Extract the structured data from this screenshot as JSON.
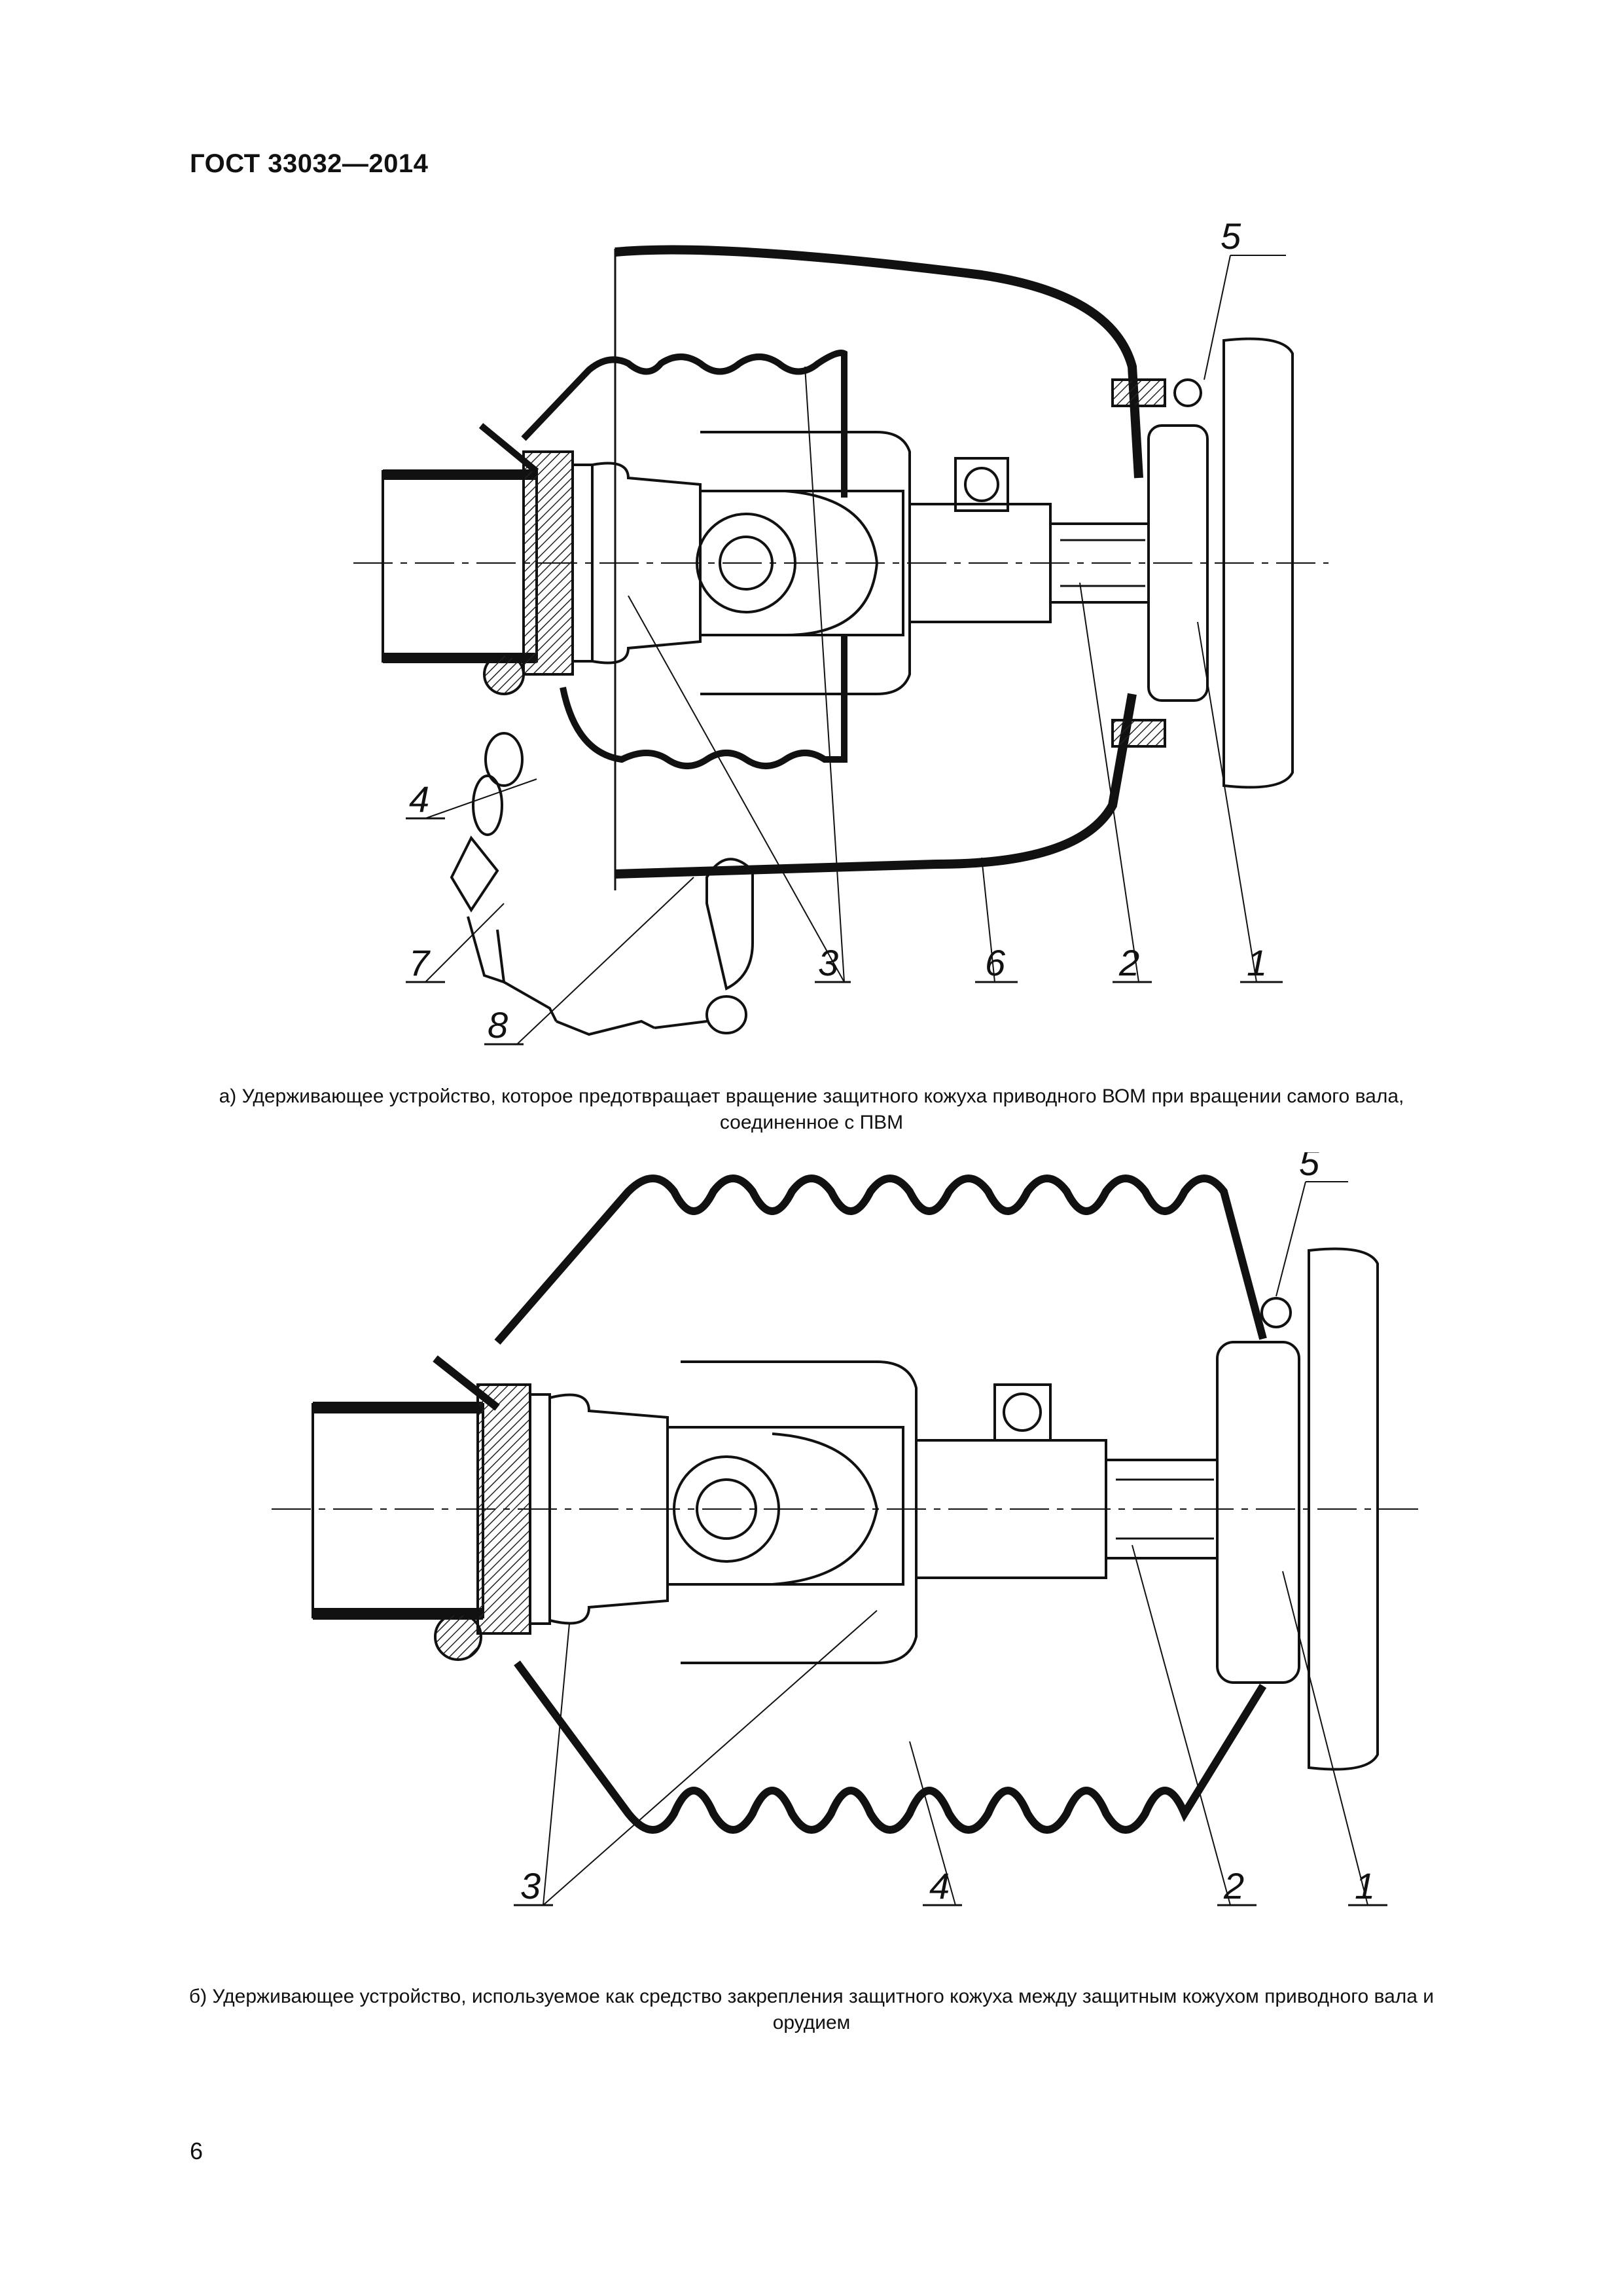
{
  "header": {
    "standard": "ГОСТ 33032—2014"
  },
  "figure_a": {
    "caption": "а) Удерживающее устройство, которое предотвращает вращение защитного кожуха приводного ВОМ при вращении самого вала, соединенное с ПВМ",
    "callouts": [
      "5",
      "4",
      "7",
      "3",
      "6",
      "2",
      "1",
      "8"
    ]
  },
  "figure_b": {
    "caption": "б) Удерживающее устройство, используемое как средство закрепления защитного кожуха между защитным кожухом приводного вала и орудием",
    "callouts": [
      "5",
      "3",
      "4",
      "2",
      "1"
    ]
  },
  "footer": {
    "page_number": "6"
  }
}
